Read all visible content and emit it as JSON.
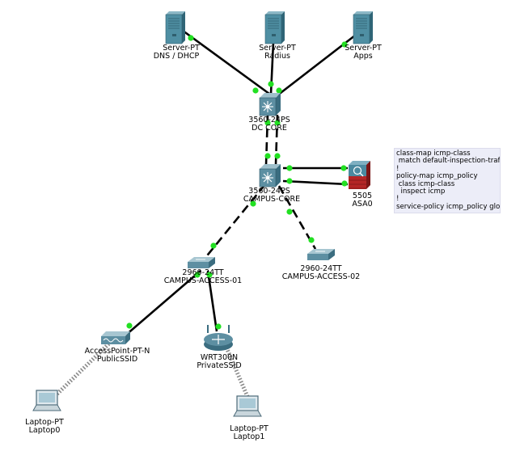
{
  "devices": {
    "server_dns": {
      "model": "Server-PT",
      "name": "DNS / DHCP",
      "icon": "server-icon"
    },
    "server_radius": {
      "model": "Server-PT",
      "name": "Radius",
      "icon": "server-icon"
    },
    "server_apps": {
      "model": "Server-PT",
      "name": "Apps",
      "icon": "server-icon"
    },
    "dc_core": {
      "model": "3560-24PS",
      "name": "DC CORE",
      "icon": "multilayer-switch-icon"
    },
    "campus_core": {
      "model": "3560-24PS",
      "name": "CAMPUS-CORE",
      "icon": "multilayer-switch-icon"
    },
    "asa": {
      "model": "5505",
      "name": "ASA0",
      "icon": "firewall-icon"
    },
    "access01": {
      "model": "2960-24TT",
      "name": "CAMPUS-ACCESS-01",
      "icon": "switch-icon"
    },
    "access02": {
      "model": "2960-24TT",
      "name": "CAMPUS-ACCESS-02",
      "icon": "switch-icon"
    },
    "ap": {
      "model": "AccessPoint-PT-N",
      "name": "PublicSSID",
      "icon": "access-point-icon"
    },
    "router": {
      "model": "WRT300N",
      "name": "PrivateSSID",
      "icon": "wireless-router-icon"
    },
    "laptop0": {
      "model": "Laptop-PT",
      "name": "Laptop0",
      "icon": "laptop-icon"
    },
    "laptop1": {
      "model": "Laptop-PT",
      "name": "Laptop1",
      "icon": "laptop-icon"
    }
  },
  "note": {
    "text": "class-map icmp-class\n match default-inspection-traffic\n!\npolicy-map icmp_policy\n class icmp-class\n  inspect icmp\n!\nservice-policy icmp_policy global"
  },
  "colors": {
    "link": "#000000",
    "port_up": "#22e022",
    "server": "#4f8fa3",
    "switch": "#5d8fa2",
    "firewall": "#b42626",
    "wireless": "#000000"
  }
}
